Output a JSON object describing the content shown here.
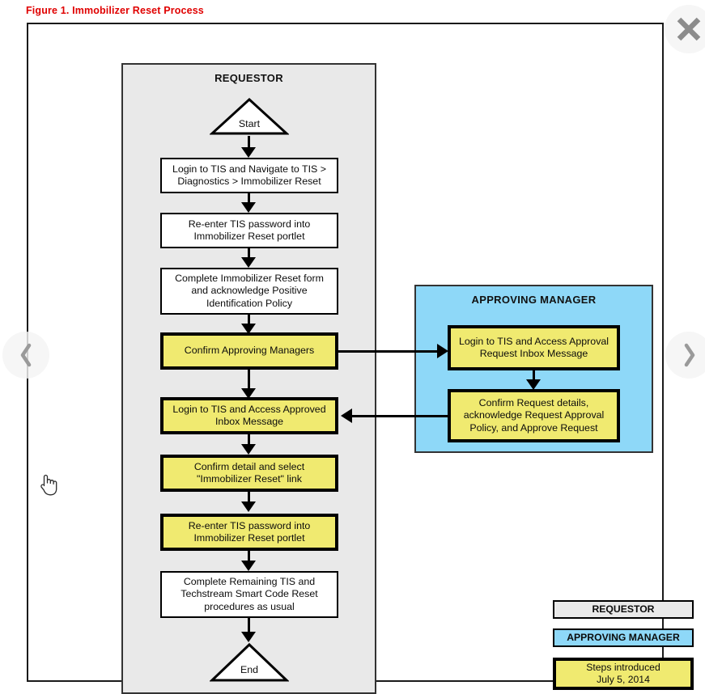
{
  "figure": {
    "caption": "Figure 1.  Immobilizer Reset Process",
    "caption_color": "#e00000"
  },
  "colors": {
    "requestor_lane": "#e9e9e9",
    "approving_manager_lane": "#8ed8f8",
    "highlight_step": "#f0ea70",
    "plain_step": "#ffffff",
    "line": "#000000"
  },
  "lanes": {
    "requestor": {
      "title": "REQUESTOR",
      "nodes": [
        {
          "id": "start",
          "label": "Start",
          "shape": "triangle",
          "style": "plain"
        },
        {
          "id": "step-1",
          "label": "Login to TIS and Navigate to TIS > Diagnostics > Immobilizer Reset",
          "shape": "box",
          "style": "plain"
        },
        {
          "id": "step-2",
          "label": "Re-enter TIS password into Immobilizer Reset portlet",
          "shape": "box",
          "style": "plain"
        },
        {
          "id": "step-3",
          "label": "Complete Immobilizer Reset form and acknowledge Positive Identification Policy",
          "shape": "box",
          "style": "plain"
        },
        {
          "id": "step-4",
          "label": "Confirm Approving Managers",
          "shape": "box",
          "style": "highlight"
        },
        {
          "id": "step-5",
          "label": "Login to TIS and Access Approved Inbox Message",
          "shape": "box",
          "style": "highlight"
        },
        {
          "id": "step-6",
          "label": "Confirm detail and select \"Immobilizer Reset\" link",
          "shape": "box",
          "style": "highlight"
        },
        {
          "id": "step-7",
          "label": "Re-enter TIS password into Immobilizer Reset portlet",
          "shape": "box",
          "style": "highlight"
        },
        {
          "id": "step-8",
          "label": "Complete Remaining TIS and Techstream Smart Code Reset procedures as usual",
          "shape": "box",
          "style": "plain"
        },
        {
          "id": "end",
          "label": "End",
          "shape": "triangle",
          "style": "plain"
        }
      ]
    },
    "approving_manager": {
      "title": "APPROVING MANAGER",
      "nodes": [
        {
          "id": "mgr-step-1",
          "label": "Login to TIS and Access Approval Request Inbox Message",
          "shape": "box",
          "style": "highlight"
        },
        {
          "id": "mgr-step-2",
          "label": "Confirm Request details, acknowledge Request Approval Policy, and Approve Request",
          "shape": "box",
          "style": "highlight"
        }
      ]
    }
  },
  "connectors": [
    {
      "id": "to-approving-manager",
      "from": "step-4",
      "to": "mgr-step-1",
      "direction": "right"
    },
    {
      "id": "to-requestor",
      "from": "mgr-step-2",
      "to": "step-5",
      "direction": "left"
    }
  ],
  "legend": {
    "items": [
      {
        "id": "legend-requestor",
        "label": "REQUESTOR",
        "swatch": "#e9e9e9"
      },
      {
        "id": "legend-approving-manager",
        "label": "APPROVING MANAGER",
        "swatch": "#8ed8f8"
      },
      {
        "id": "legend-steps-introduced",
        "label": "Steps introduced\nJuly 5, 2014",
        "swatch": "#f0ea70"
      }
    ]
  },
  "viewer": {
    "prev_icon": "chevron-left-icon",
    "next_icon": "chevron-right-icon",
    "close_icon": "close-icon",
    "cursor_icon": "pointing-hand-cursor"
  }
}
